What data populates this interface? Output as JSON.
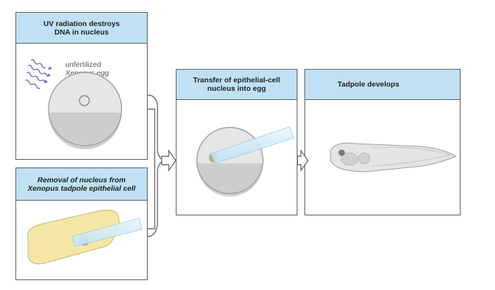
{
  "panels": {
    "uv": {
      "title_line1": "UV radiation destroys",
      "title_line2": "DNA in nucleus",
      "egg_label_line1": "unfertilized",
      "egg_label_line2": "Xenopus egg"
    },
    "removal": {
      "title_line1": "Removal of nucleus from",
      "title_line2": "Xenopus tadpole epithelial cell"
    },
    "transfer": {
      "title_line1": "Transfer of epithelial-cell",
      "title_line2": "nucleus into egg"
    },
    "tadpole": {
      "title": "Tadpole develops"
    }
  },
  "colors": {
    "header_fill": "#bfe1f3",
    "egg_fill": "#dcdcdc",
    "cell_fill": "#f4e7a6",
    "nucleus_fill": "#b9b08a",
    "uv_wave": "#7e64b8",
    "pipette": "#d8eef9"
  }
}
